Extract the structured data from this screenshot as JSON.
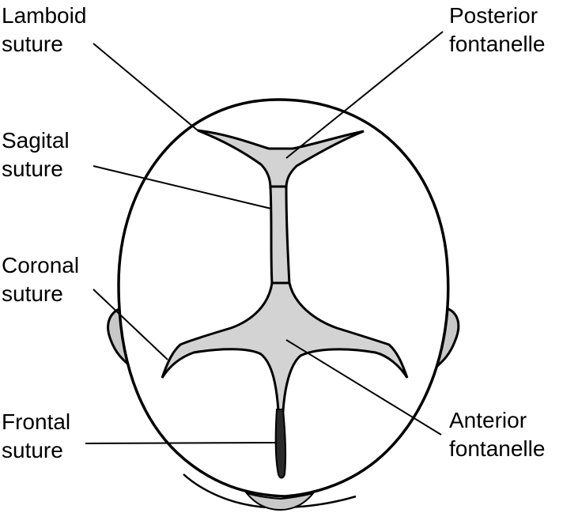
{
  "labels": {
    "lamboid": [
      "Lamboid",
      "suture"
    ],
    "posterior": [
      "Posterior",
      "fontanelle"
    ],
    "sagital": [
      "Sagital",
      "suture"
    ],
    "coronal": [
      "Coronal",
      "suture"
    ],
    "frontal": [
      "Frontal",
      "suture"
    ],
    "anterior": [
      "Anterior",
      "fontanelle"
    ]
  },
  "colors": {
    "line": "#000000",
    "fontanelle_fill": "#d3d3d3",
    "ear_fill": "#c8c8c8",
    "background": "#ffffff"
  }
}
